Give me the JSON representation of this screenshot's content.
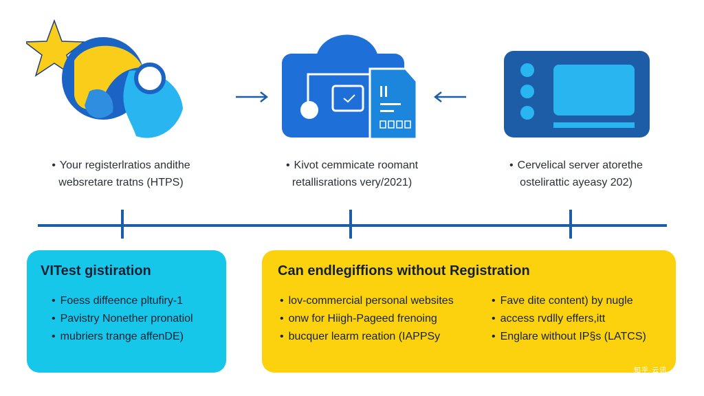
{
  "icons": {
    "left": "star-and-globe-icon",
    "middle": "certificate-monitor-icon",
    "right": "server-icon"
  },
  "captions": [
    {
      "line1": "Your registerlratios andithe",
      "line2": "websretare tratns (HTPS)"
    },
    {
      "line1": "Kivot cemmicate roomant",
      "line2": "retallisrations very/2021)"
    },
    {
      "line1": "Cervelical server atorethe",
      "line2": "ostelirattic ayeasy 202)"
    }
  ],
  "left_card": {
    "title": "VITest gistiration",
    "items": [
      "Foess diffeence pltufiry-1",
      "Pavistry Nonether pronatiol",
      "mubriers trange affenDE)"
    ]
  },
  "right_card": {
    "title": "Can endlegiffions without Registration",
    "col1": [
      "lov-commercial personal websites",
      "onw for Hiigh-Pageed frenoing",
      "bucquer learm reation (IAPPSy"
    ],
    "col2": [
      "Fave dite content) by nugle",
      "access rvdlly effers,itt",
      "Englare without IP§s (LATCS)"
    ]
  },
  "watermark": "知乎·云讯",
  "colors": {
    "blue": "#1d5da8",
    "cyan": "#16c7ea",
    "yellow": "#fcd20f",
    "icon_blue": "#1f6fd8"
  }
}
